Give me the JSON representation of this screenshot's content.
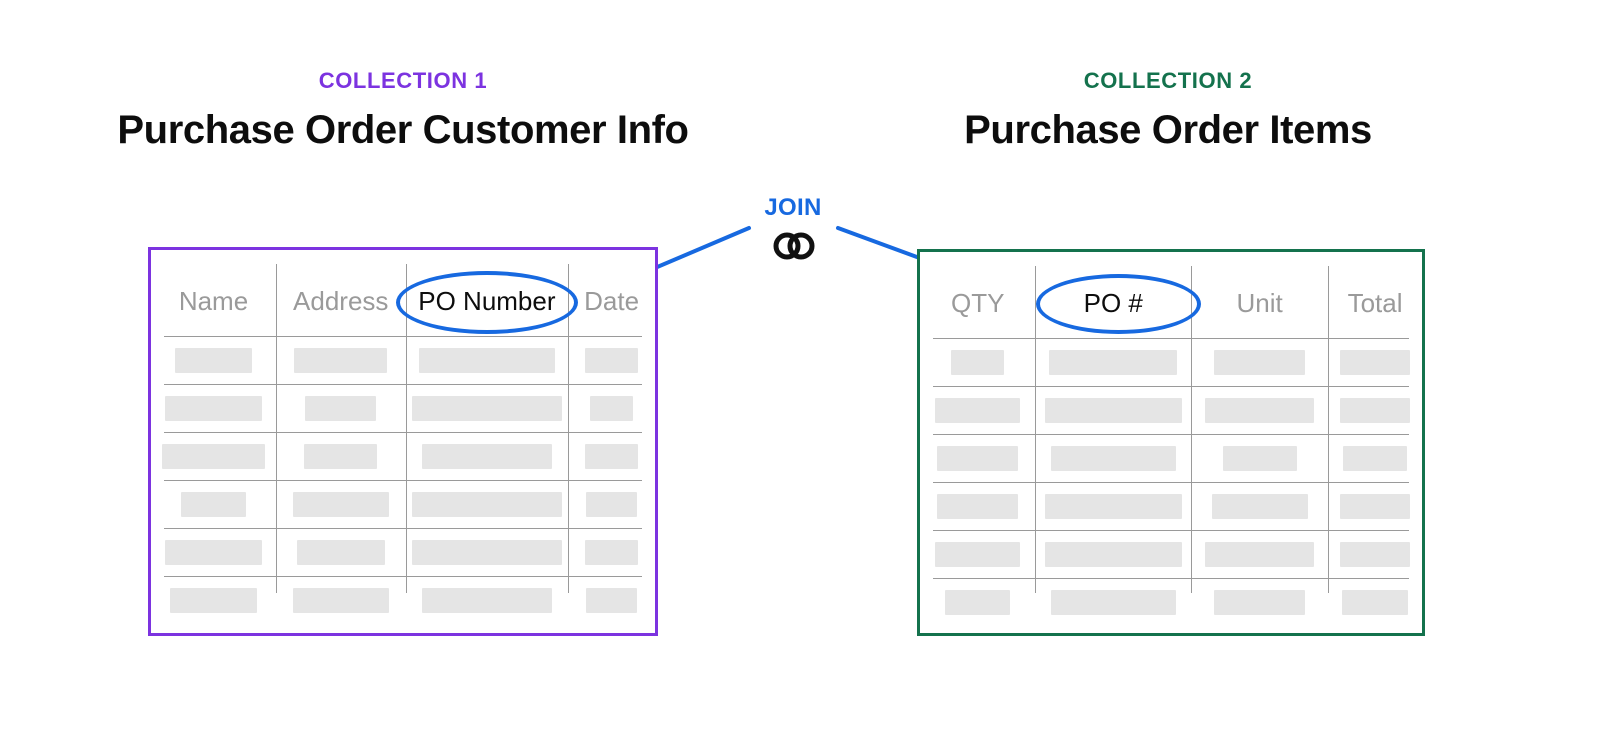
{
  "diagram": {
    "title_semantic": "join-between-two-collections",
    "background": "#ffffff",
    "colors": {
      "collection1_accent": "#7c33e0",
      "collection2_accent": "#14724d",
      "join_accent": "#1769e0",
      "header_text": "#9a9a9a",
      "key_text": "#0d0d0d",
      "placeholder_bar": "#e5e5e5",
      "grid_line": "#9a9a9a"
    }
  },
  "join": {
    "label": "JOIN",
    "icon": "link-rings-icon"
  },
  "collections": [
    {
      "eyebrow": "COLLECTION 1",
      "title": "Purchase Order Customer Info",
      "accent": "#7c33e0",
      "join_key": "PO Number",
      "columns": [
        {
          "label": "Name",
          "is_key": false,
          "width_pct": 24.8
        },
        {
          "label": "Address",
          "is_key": false,
          "width_pct": 25.7
        },
        {
          "label": "PO Number",
          "is_key": true,
          "width_pct": 32.3
        },
        {
          "label": "Date",
          "is_key": false,
          "width_pct": 17.2
        }
      ],
      "rows": [
        [
          62,
          72,
          84,
          62
        ],
        [
          78,
          55,
          92,
          50
        ],
        [
          82,
          56,
          80,
          62
        ],
        [
          52,
          74,
          92,
          58
        ],
        [
          78,
          68,
          92,
          62
        ],
        [
          70,
          74,
          80,
          58
        ]
      ]
    },
    {
      "eyebrow": "COLLECTION 2",
      "title": "Purchase Order Items",
      "accent": "#14724d",
      "join_key": "PO #",
      "columns": [
        {
          "label": "QTY",
          "is_key": false,
          "width_pct": 23.0
        },
        {
          "label": "PO #",
          "is_key": true,
          "width_pct": 31.0
        },
        {
          "label": "Unit",
          "is_key": false,
          "width_pct": 27.3
        },
        {
          "label": "Total",
          "is_key": false,
          "width_pct": 18.7
        }
      ],
      "rows": [
        [
          46,
          82,
          66,
          74
        ],
        [
          74,
          88,
          80,
          74
        ],
        [
          70,
          80,
          54,
          68
        ],
        [
          70,
          88,
          70,
          74
        ],
        [
          74,
          88,
          80,
          74
        ],
        [
          56,
          80,
          66,
          70
        ]
      ]
    }
  ]
}
